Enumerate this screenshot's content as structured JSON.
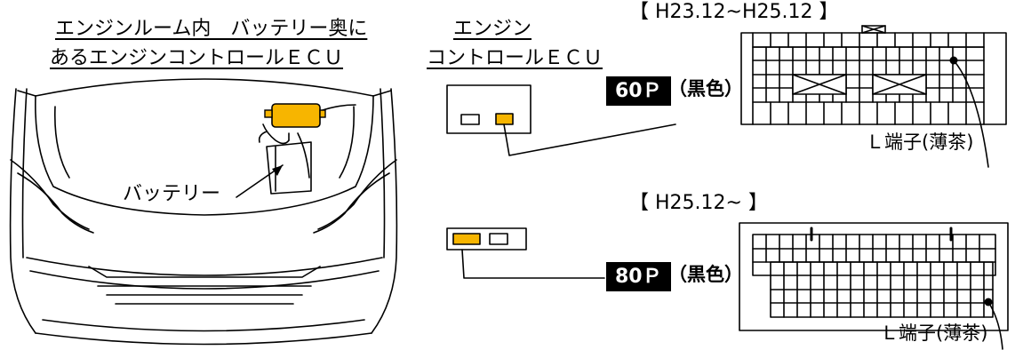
{
  "location_caption": {
    "line1": "エンジンルーム内　バッテリー奥に",
    "line2": "あるエンジンコントロールＥＣＵ"
  },
  "ecu_caption": {
    "line1": "エンジン",
    "line2": "コントロールＥＣＵ"
  },
  "battery_label": "バッテリー",
  "connectors": [
    {
      "period": "【 H23.12~H25.12 】",
      "pins": "60Ｐ",
      "color_note": "（黒色）",
      "terminal_label": "Ｌ端子(薄茶)"
    },
    {
      "period": "【 H25.12~ 】",
      "pins": "80Ｐ",
      "color_note": "（黒色）",
      "terminal_label": "Ｌ端子(薄茶)"
    }
  ],
  "colors": {
    "ecu_highlight": "#f7b500",
    "line": "#000000",
    "badge_bg": "#000000"
  }
}
